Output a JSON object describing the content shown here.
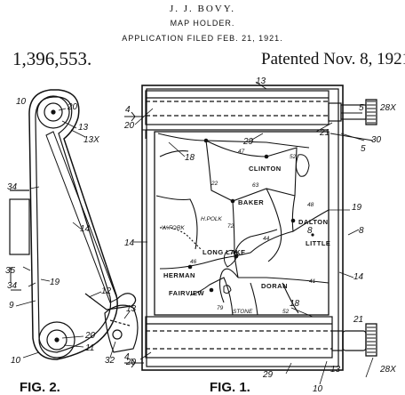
{
  "header": {
    "inventor": "J. J. BOVY.",
    "title": "MAP HOLDER.",
    "application": "APPLICATION FILED FEB. 21, 1921.",
    "patent_number": "1,396,553.",
    "patented": "Patented Nov. 8, 1921."
  },
  "figures": {
    "fig2": "FIG. 2.",
    "fig1": "FIG. 1."
  },
  "map": {
    "towns": {
      "clinton": "CLINTON",
      "baker": "BAKER",
      "dalton": "DALTON",
      "little": "LITTLE",
      "longlake": "LONG LAKE",
      "herman": "HERMAN",
      "fairview": "FAIRVIEW",
      "doran": "DORAN"
    },
    "roads": {
      "r47": "47",
      "r52a": "52",
      "r63": "63",
      "r22": "22",
      "r72": "72",
      "r48": "48",
      "r44": "44",
      "r46": "46",
      "r41": "41",
      "r79": "79",
      "r52b": "52",
      "hpk": "H.POLK",
      "wfork": "W.FORK",
      "stone": "STONE"
    }
  },
  "references": {
    "fig1": {
      "r13t": "13",
      "r4t": "4",
      "r5": "5",
      "r28xt": "28X",
      "r20t": "20",
      "r29t": "29",
      "r21t": "21",
      "r30": "30",
      "r5b": "5",
      "r18t": "18",
      "r19": "19",
      "r8": "8",
      "r8b": "8",
      "r14l": "14",
      "r14r": "14",
      "r18b": "18",
      "r21b": "21",
      "r20b": "20",
      "r29b": "29",
      "r13b": "13",
      "r10b": "10",
      "r28xb": "28X",
      "r4b": "4"
    },
    "fig2": {
      "r10t": "10",
      "r20a": "20",
      "r13": "13",
      "r13x": "13X",
      "r34a": "34",
      "r14": "14",
      "r35": "35",
      "r34b": "34",
      "r19": "19",
      "r9": "9",
      "r12": "12",
      "r13b": "13",
      "r20b": "20",
      "r11": "11",
      "r32": "32",
      "r10b": "10"
    }
  }
}
